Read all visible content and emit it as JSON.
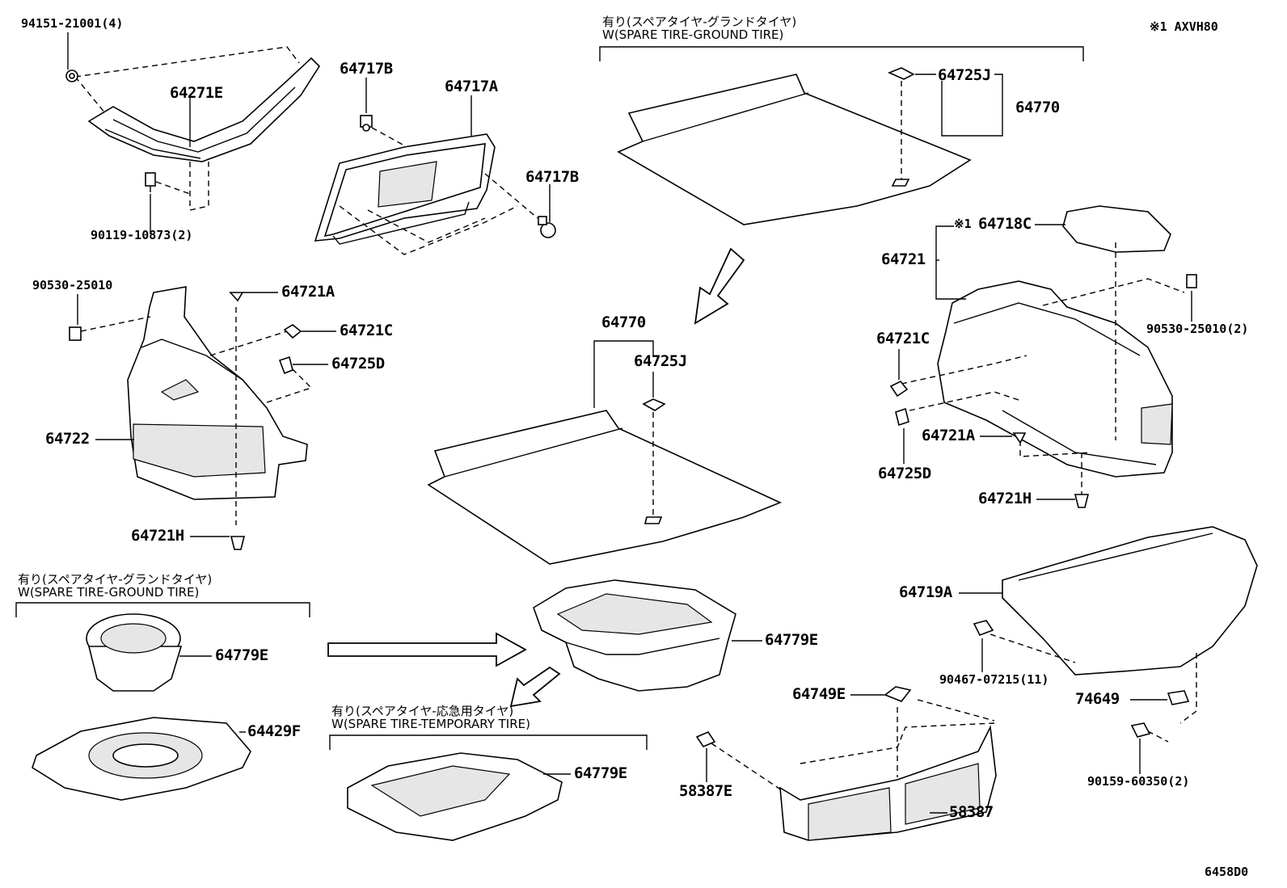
{
  "header": {
    "model_code": "※1 AXVH80",
    "drawing_code": "6458D0"
  },
  "groups": [
    {
      "jp": "有り(スペアタイヤ-グランドタイヤ)",
      "en": "W(SPARE TIRE-GROUND TIRE)"
    },
    {
      "jp": "有り(スペアタイヤ-グランドタイヤ)",
      "en": "W(SPARE TIRE-GROUND TIRE)"
    },
    {
      "jp": "有り(スペアタイヤ-応急用タイヤ)",
      "en": "W(SPARE TIRE-TEMPORARY TIRE)"
    }
  ],
  "labels": {
    "p94151": "94151-21001(4)",
    "p64271E": "64271E",
    "p90119": "90119-10873(2)",
    "p64717B_top": "64717B",
    "p64717A": "64717A",
    "p64717B_right": "64717B",
    "p64725J_top": "64725J",
    "p64770_top": "64770",
    "p90530_left": "90530-25010",
    "p64721A_left": "64721A",
    "p64721C_left": "64721C",
    "p64725D_left": "64725D",
    "p64722": "64722",
    "p64721H_left": "64721H",
    "p64770_mid": "64770",
    "p64725J_mid": "64725J",
    "p64718C_mark": "※1",
    "p64718C": "64718C",
    "p64721": "64721",
    "p90530_right": "90530-25010(2)",
    "p64721C_right": "64721C",
    "p64721A_right": "64721A",
    "p64725D_right": "64725D",
    "p64721H_right": "64721H",
    "p64779E_left": "64779E",
    "p64429F": "64429F",
    "p64779E_mid": "64779E",
    "p64779E_bottom": "64779E",
    "p64719A": "64719A",
    "p90467": "90467-07215(11)",
    "p74649": "74649",
    "p90159": "90159-60350(2)",
    "p64749E": "64749E",
    "p58387E": "58387E",
    "p58387": "58387"
  }
}
